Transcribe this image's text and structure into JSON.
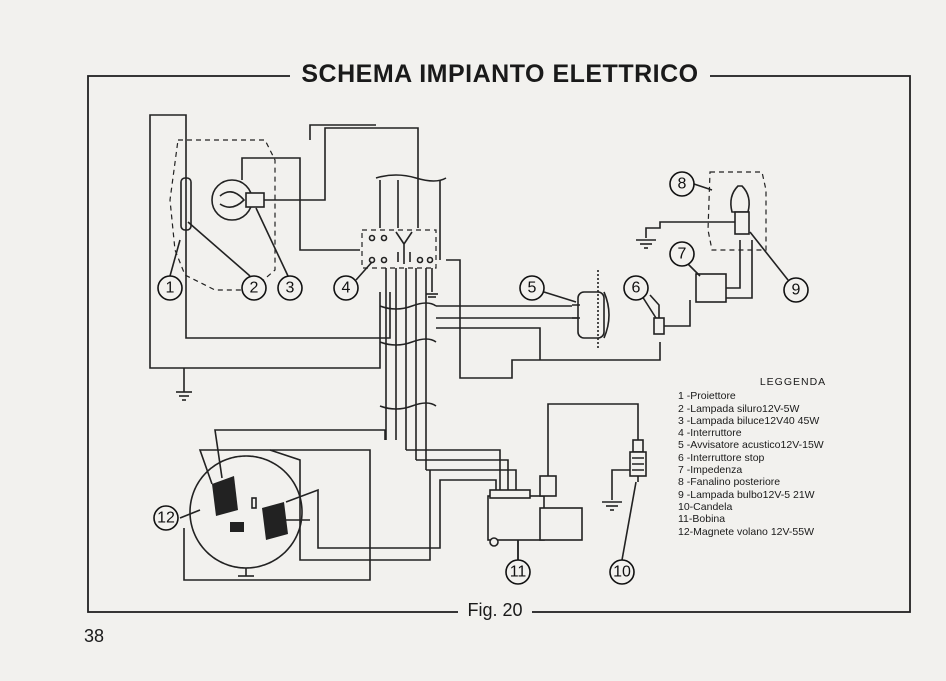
{
  "title": "SCHEMA IMPIANTO ELETTRICO",
  "figure_caption": "Fig. 20",
  "page_number": "38",
  "legend": {
    "title": "LEGGENDA",
    "items": [
      "1 -Proiettore",
      "2 -Lampada siluro12V-5W",
      "3 -Lampada biluce12V40 45W",
      "4 -Interruttore",
      "5 -Avvisatore acustico12V-15W",
      "6 -Interruttore stop",
      "7 -Impedenza",
      "8 -Fanalino posteriore",
      "9 -Lampada bulbo12V-5 21W",
      "10-Candela",
      "11-Bobina",
      "12-Magnete volano 12V-55W"
    ]
  },
  "callouts": {
    "c1": "1",
    "c2": "2",
    "c3": "3",
    "c4": "4",
    "c5": "5",
    "c6": "6",
    "c7": "7",
    "c8": "8",
    "c9": "9",
    "c10": "10",
    "c11": "11",
    "c12": "12"
  }
}
